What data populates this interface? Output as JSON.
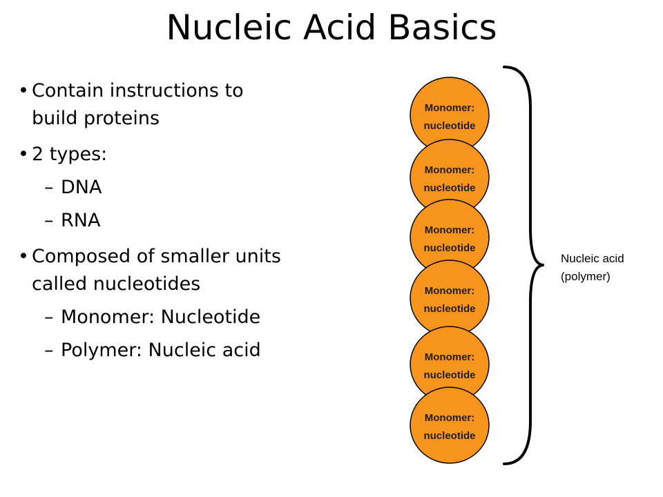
{
  "slide": {
    "title": "Nucleic Acid Basics",
    "bullets": {
      "b1": "Contain instructions to build proteins",
      "b2": "2 types:",
      "b2_sub1": "DNA",
      "b2_sub2": "RNA",
      "b3": "Composed of smaller units called nucleotides",
      "b3_sub1": "Monomer: Nucleotide",
      "b3_sub2": "Polymer: Nucleic acid"
    },
    "sub_marker": "–"
  },
  "diagram": {
    "node_fill": "#f7941d",
    "nodes": [
      {
        "line1": "Monomer:",
        "line2": "nucleotide"
      },
      {
        "line1": "Monomer:",
        "line2": "nucleotide"
      },
      {
        "line1": "Monomer:",
        "line2": "nucleotide"
      },
      {
        "line1": "Monomer:",
        "line2": "nucleotide"
      },
      {
        "line1": "Monomer:",
        "line2": "nucleotide"
      },
      {
        "line1": "Monomer:",
        "line2": "nucleotide"
      }
    ],
    "brace_label": {
      "line1": "Nucleic acid",
      "line2": "(polymer)"
    }
  }
}
